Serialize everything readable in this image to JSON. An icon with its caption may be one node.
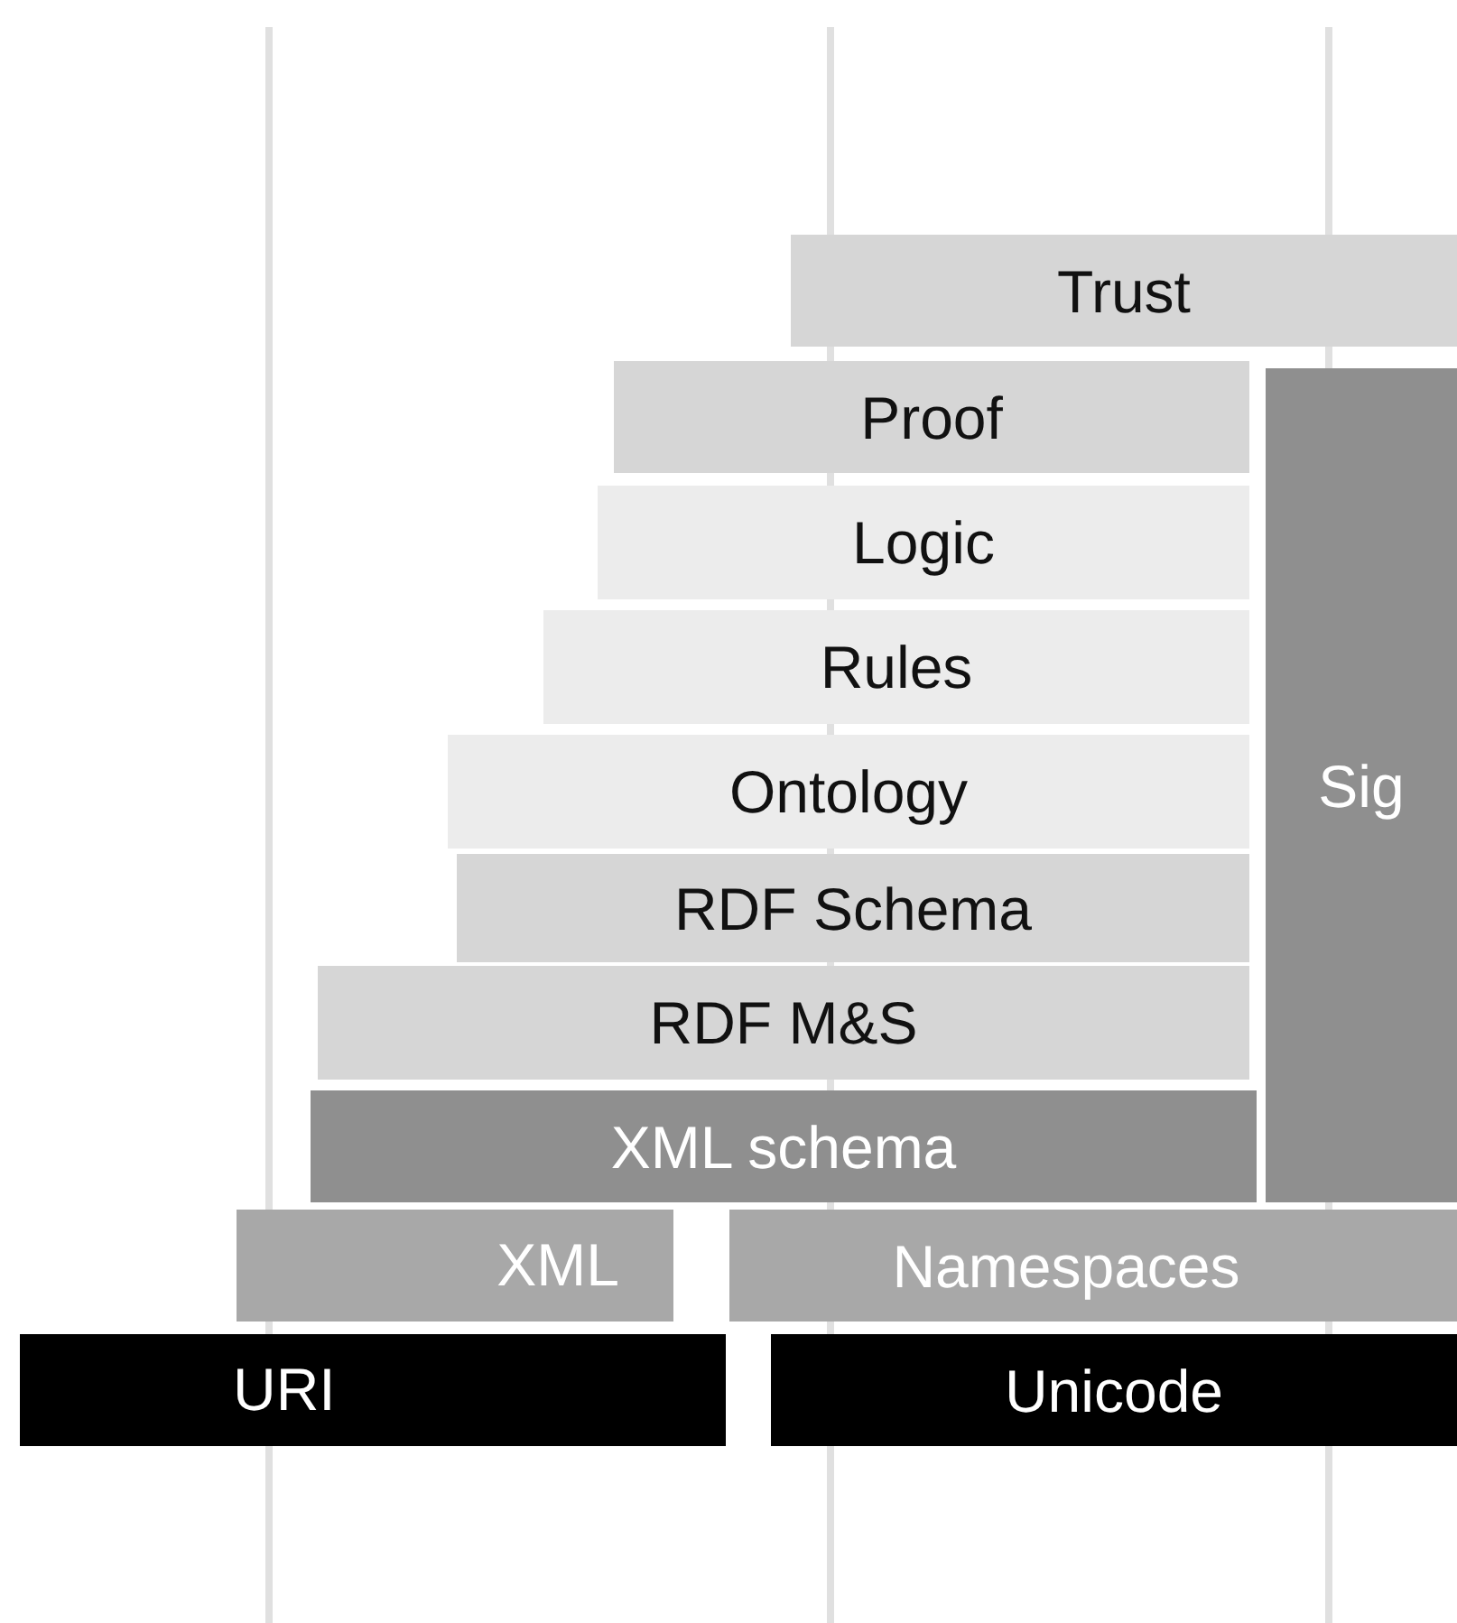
{
  "diagram": {
    "nodes": [
      {
        "text": [
          "Trust"
        ]
      },
      {
        "text": [
          "Proof"
        ]
      },
      {
        "text": [
          "Logic"
        ]
      },
      {
        "text": [
          "Rules"
        ]
      },
      {
        "text": [
          "Ontology"
        ]
      },
      {
        "text": [
          "RDF Schema"
        ]
      },
      {
        "text": [
          "RDF M&S"
        ]
      },
      {
        "text": [
          "XML schema"
        ]
      },
      {
        "text": [
          "Sig"
        ]
      },
      {
        "text": [
          "XML"
        ]
      },
      {
        "text": [
          "Namespaces"
        ]
      },
      {
        "text": [
          "URI"
        ]
      },
      {
        "text": [
          "Unicode"
        ]
      }
    ]
  }
}
